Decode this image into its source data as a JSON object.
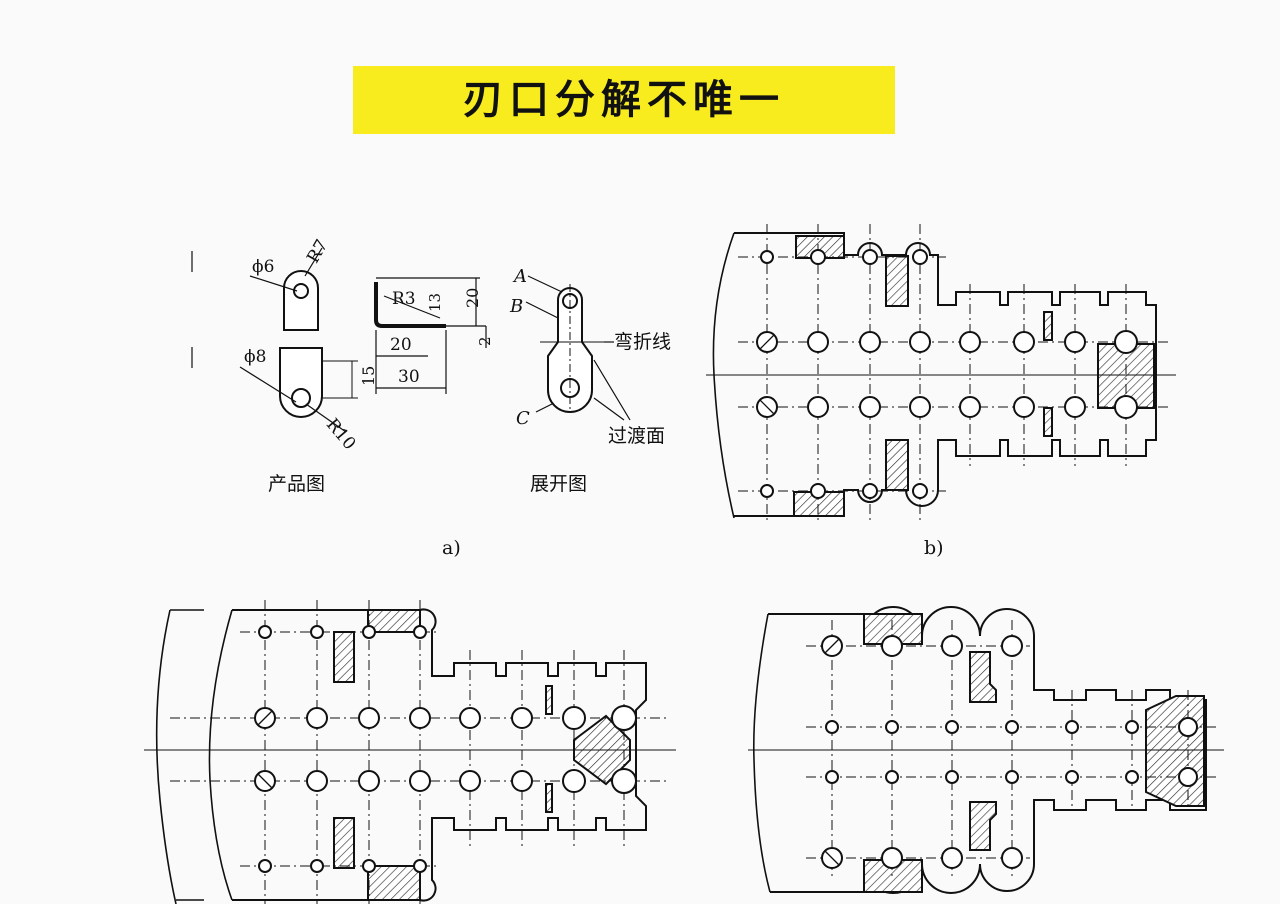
{
  "header": {
    "title": "刃口分解不唯一",
    "background": "#f8ec1f"
  },
  "figure_a": {
    "caption": "a)",
    "product_caption": "产品图",
    "unfold_caption": "展开图",
    "dims": {
      "phi6": "ϕ6",
      "r7": "R7",
      "phi8": "ϕ8",
      "r10": "R10",
      "d15": "15",
      "r3": "R3",
      "d13": "13",
      "d20": "20",
      "d2": "2",
      "d20b": "20",
      "d30": "30"
    },
    "labels": {
      "a": "A",
      "b": "B",
      "c": "C",
      "bend_line": "弯折线",
      "transition": "过渡面"
    }
  },
  "figure_b": {
    "caption": "b)"
  },
  "colors": {
    "line": "#111111",
    "hatch": "#444444"
  }
}
